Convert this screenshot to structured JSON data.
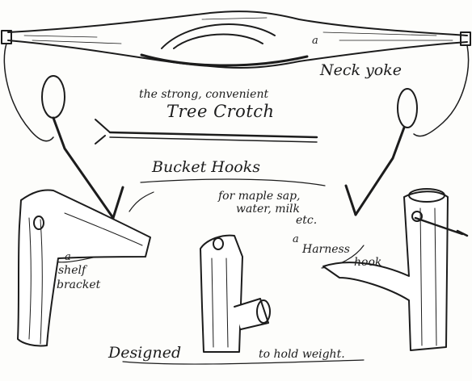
{
  "labels": {
    "neck_yoke_marker": "a",
    "neck_yoke": "Neck yoke",
    "strong_line": "the strong, convenient",
    "tree_crotch": "Tree Crotch",
    "bucket_hooks": "Bucket Hooks",
    "maple_line1": "for maple sap,",
    "maple_line2": "water, milk",
    "maple_line3": "etc.",
    "shelf_line1": "a",
    "shelf_line2": "shelf",
    "shelf_line3": "bracket",
    "harness_line1": "a",
    "harness_line2": "Harness",
    "harness_line3": "hook",
    "designed_left": "Designed",
    "designed_right": "to hold weight."
  },
  "colors": {
    "ink": "#1c1c1c",
    "paper": "#fdfdfb",
    "wood_shade": "#2a2a2a"
  }
}
